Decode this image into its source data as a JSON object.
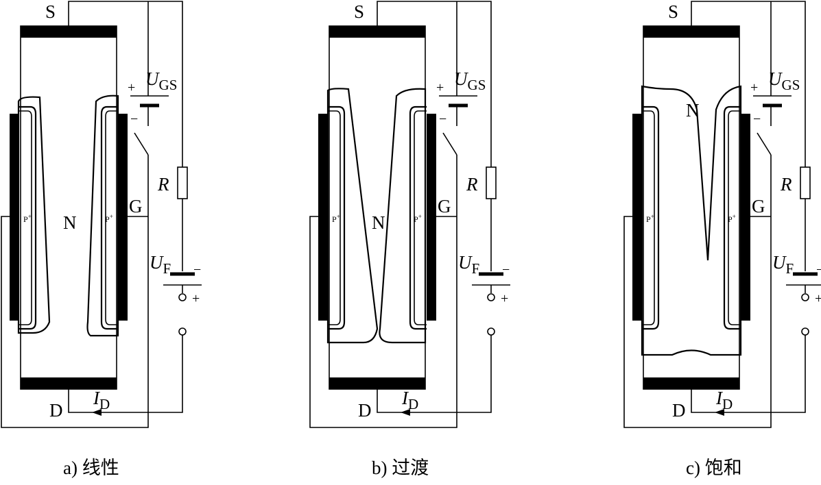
{
  "panels": [
    {
      "caption": "a) 线性",
      "source_label": "S",
      "drain_label": "D",
      "gate_label": "G",
      "n_label": "N",
      "p_plus_label": "P",
      "p_plus_sup": "+",
      "ugs_symbol": "U",
      "ugs_sub": "GS",
      "uf_symbol": "U",
      "uf_sub": "F",
      "r_label": "R",
      "id_symbol": "I",
      "id_sub": "D",
      "plus": "+",
      "minus": "−"
    },
    {
      "caption": "b) 过渡",
      "source_label": "S",
      "drain_label": "D",
      "gate_label": "G",
      "n_label": "N",
      "p_plus_label": "P",
      "p_plus_sup": "+",
      "ugs_symbol": "U",
      "ugs_sub": "GS",
      "uf_symbol": "U",
      "uf_sub": "F",
      "r_label": "R",
      "id_symbol": "I",
      "id_sub": "D",
      "plus": "+",
      "minus": "−"
    },
    {
      "caption": "c) 饱和",
      "source_label": "S",
      "drain_label": "D",
      "gate_label": "G",
      "n_label": "N",
      "p_plus_label": "P",
      "p_plus_sup": "+",
      "ugs_symbol": "U",
      "ugs_sub": "GS",
      "uf_symbol": "U",
      "uf_sub": "F",
      "r_label": "R",
      "id_symbol": "I",
      "id_sub": "D",
      "plus": "+",
      "minus": "−"
    }
  ]
}
